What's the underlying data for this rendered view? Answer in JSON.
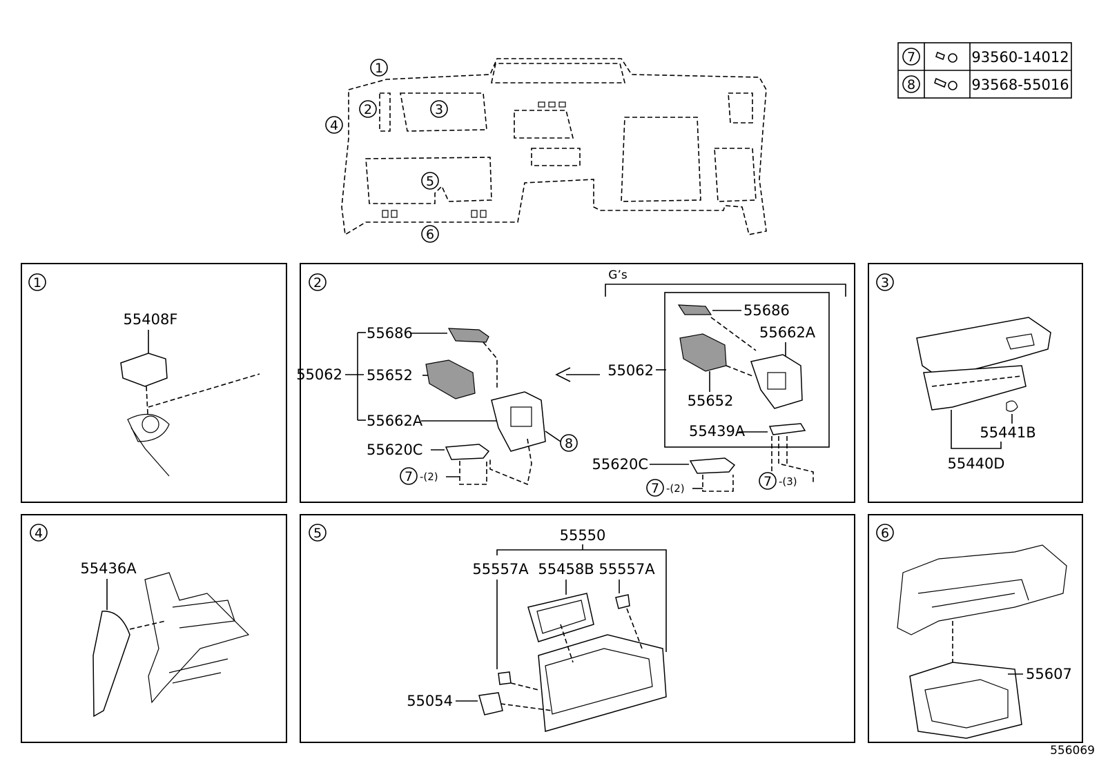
{
  "diagram_id": "556069",
  "legend": [
    {
      "ref": "7",
      "part": "93560-14012"
    },
    {
      "ref": "8",
      "part": "93568-55016"
    }
  ],
  "overview": {
    "callouts": [
      "1",
      "2",
      "3",
      "4",
      "5",
      "6"
    ]
  },
  "panels": {
    "p1": {
      "ref": "1",
      "parts": [
        "55408F"
      ]
    },
    "p2": {
      "ref": "2",
      "group_label": "G’s",
      "left": {
        "assembly": "55062",
        "parts": [
          "55686",
          "55652",
          "55662A",
          "55620C"
        ],
        "screw_ref": "8",
        "clip_ref": "7",
        "clip_qty": "-(2)"
      },
      "right": {
        "assembly": "55062",
        "parts": [
          "55686",
          "55662A",
          "55652",
          "55439A",
          "55620C"
        ],
        "clip_ref": "7",
        "clip_qty": "-(2)",
        "clip_ref2": "7",
        "clip_qty2": "-(3)"
      }
    },
    "p3": {
      "ref": "3",
      "parts": [
        "55441B",
        "55440D"
      ]
    },
    "p4": {
      "ref": "4",
      "parts": [
        "55436A"
      ]
    },
    "p5": {
      "ref": "5",
      "assembly": "55550",
      "parts": [
        "55557A",
        "55458B",
        "55557A",
        "55054"
      ]
    },
    "p6": {
      "ref": "6",
      "parts": [
        "55607"
      ]
    }
  },
  "colors": {
    "line": "#000000",
    "background": "#ffffff",
    "shade": "#9a9a9a"
  }
}
